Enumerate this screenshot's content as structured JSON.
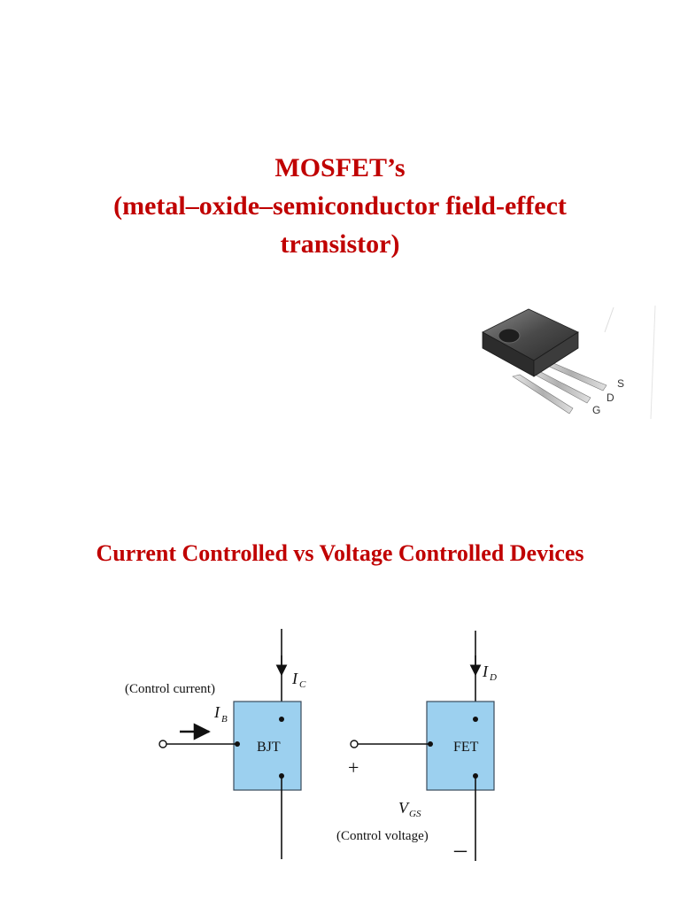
{
  "title": {
    "line1": "MOSFET’s",
    "line2": "(metal–oxide–semiconductor field-effect",
    "line3": "transistor)"
  },
  "package_image": {
    "pins": [
      "S",
      "D",
      "G"
    ]
  },
  "subtitle": "Current Controlled vs Voltage Controlled Devices",
  "diagram": {
    "bjt": {
      "label": "BJT",
      "control_label": "(Control current)",
      "current_in": "I",
      "current_in_sub": "B",
      "current_top": "I",
      "current_top_sub": "C"
    },
    "fet": {
      "label": "FET",
      "control_label": "(Control voltage)",
      "voltage": "V",
      "voltage_sub": "GS",
      "current_top": "I",
      "current_top_sub": "D",
      "plus": "+",
      "minus": "–"
    }
  },
  "colors": {
    "title": "#c00000",
    "box_fill": "#9cd0ef",
    "box_stroke": "#3a4a5a"
  }
}
